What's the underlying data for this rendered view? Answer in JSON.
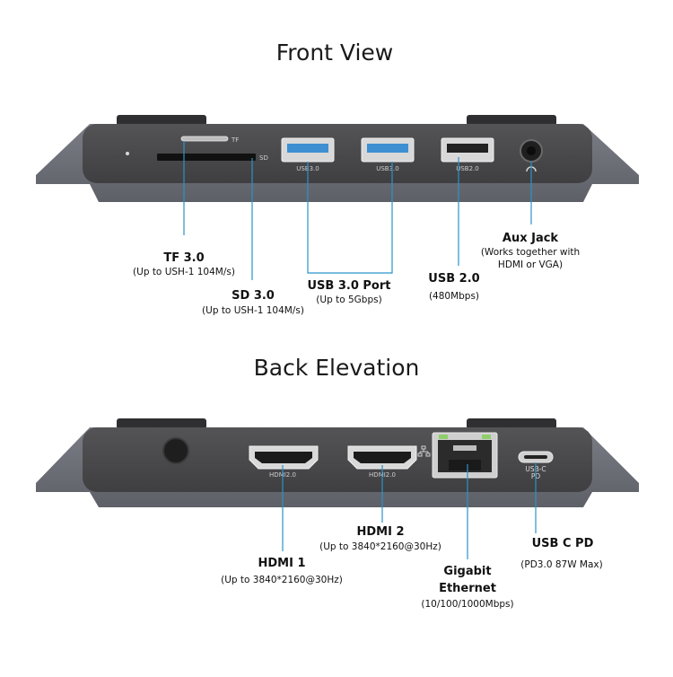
{
  "front": {
    "title": "Front View",
    "port_marks": {
      "tf": "TF",
      "sd": "SD",
      "usb3a": "USB3.0",
      "usb3b": "USB3.0",
      "usb2": "USB2.0"
    },
    "callouts": {
      "tf_label": "TF 3.0",
      "tf_desc": "(Up to USH-1 104M/s)",
      "sd_label": "SD 3.0",
      "sd_desc": "(Up to USH-1 104M/s)",
      "usb3_label": "USB 3.0 Port",
      "usb3_desc": "(Up to 5Gbps)",
      "usb2_label": "USB 2.0",
      "usb2_desc": "(480Mbps)",
      "aux_label": "Aux Jack",
      "aux_desc_1": "(Works together with",
      "aux_desc_2": "HDMI or VGA)"
    }
  },
  "back": {
    "title": "Back Elevation",
    "port_marks": {
      "hdmi1": "HDMI2.0",
      "hdmi2": "HDMI2.0",
      "usbc_1": "USB-C",
      "usbc_2": "PD"
    },
    "callouts": {
      "hdmi2_label": "HDMI 2",
      "hdmi2_desc": "(Up to 3840*2160@30Hz)",
      "hdmi1_label": "HDMI 1",
      "hdmi1_desc": "(Up to 3840*2160@30Hz)",
      "eth_label_1": "Gigabit",
      "eth_label_2": "Ethernet",
      "eth_desc": "(10/100/1000Mbps)",
      "usbc_label": "USB C PD",
      "usbc_desc": "(PD3.0 87W Max)"
    }
  },
  "colors": {
    "body": "#4a4a4c",
    "frame": "#6f717a",
    "leader": "#2a93c9",
    "port_blue": "#3d8fd1"
  }
}
